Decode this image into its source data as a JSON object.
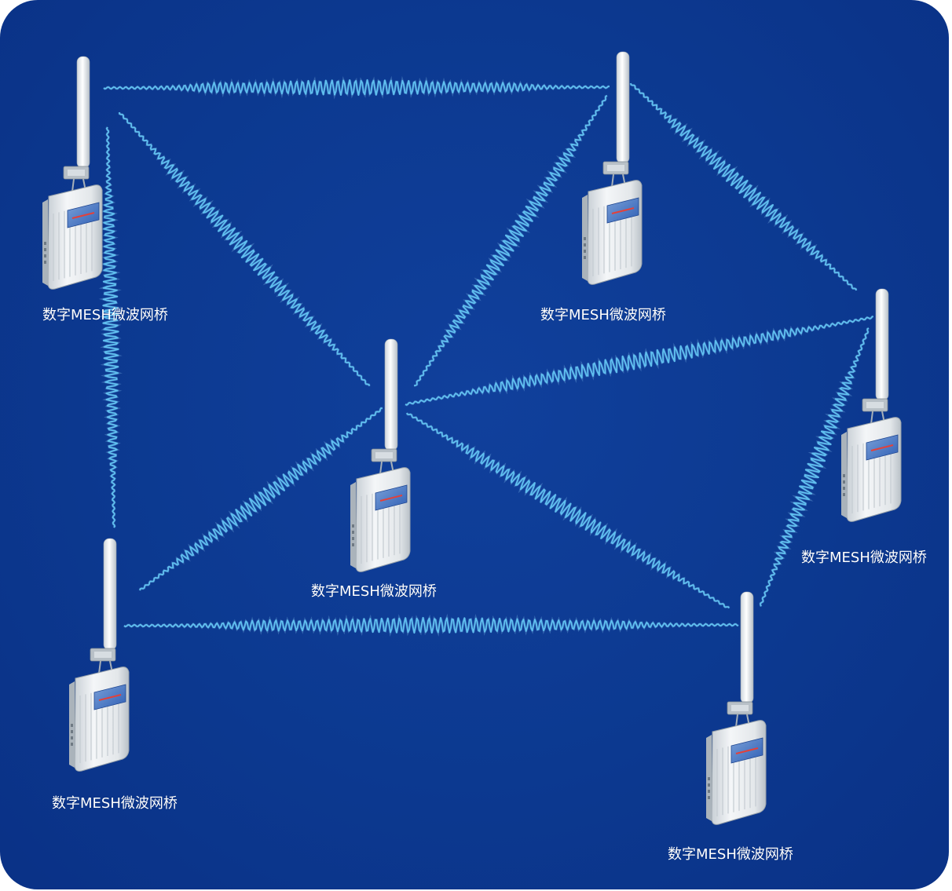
{
  "colors": {
    "background": "#0c3a92",
    "link": "#5fc0f0",
    "link_glow": "#9fdcff",
    "label": "#ffffff"
  },
  "nodes": [
    {
      "id": "n1",
      "label": "数字MESH微波网桥"
    },
    {
      "id": "n2",
      "label": "数字MESH微波网桥"
    },
    {
      "id": "n3",
      "label": "数字MESH微波网桥"
    },
    {
      "id": "n4",
      "label": "数字MESH微波网桥"
    },
    {
      "id": "n5",
      "label": "数字MESH微波网桥"
    },
    {
      "id": "n6",
      "label": "数字MESH微波网桥"
    }
  ],
  "links": [
    {
      "from": "n1",
      "to": "n2"
    },
    {
      "from": "n1",
      "to": "n3"
    },
    {
      "from": "n1",
      "to": "n5"
    },
    {
      "from": "n2",
      "to": "n3"
    },
    {
      "from": "n2",
      "to": "n4"
    },
    {
      "from": "n3",
      "to": "n4"
    },
    {
      "from": "n3",
      "to": "n5"
    },
    {
      "from": "n3",
      "to": "n6"
    },
    {
      "from": "n5",
      "to": "n6"
    },
    {
      "from": "n4",
      "to": "n6"
    }
  ]
}
